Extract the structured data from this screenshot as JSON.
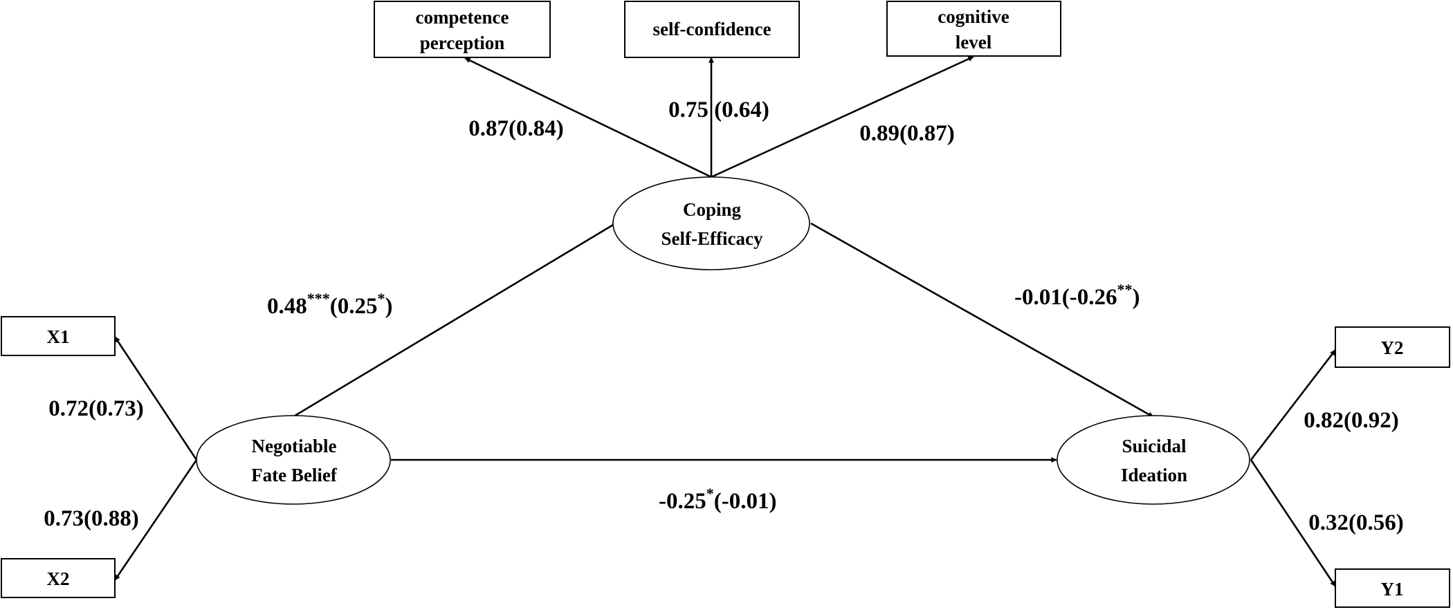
{
  "nodes": {
    "competence_perception": {
      "line1": "competence",
      "line2": "perception"
    },
    "self_confidence": {
      "text": "self-confidence"
    },
    "cognitive_level": {
      "line1": "cognitive",
      "line2": "level"
    },
    "coping_self_efficacy": {
      "line1": "Coping",
      "line2": "Self-Efficacy"
    },
    "negotiable_fate_belief": {
      "line1": "Negotiable",
      "line2": "Fate Belief"
    },
    "suicidal_ideation": {
      "line1": "Suicidal",
      "line2": "Ideation"
    },
    "x1": {
      "text": "X1"
    },
    "x2": {
      "text": "X2"
    },
    "y1": {
      "text": "Y1"
    },
    "y2": {
      "text": "Y2"
    }
  },
  "coefficients": {
    "competence_perception": {
      "text": "0.87(0.84)"
    },
    "self_confidence": {
      "text": "0.75 (0.64)"
    },
    "cognitive_level": {
      "text": "0.89(0.87)"
    },
    "nfb_to_cse": {
      "main": "0.48",
      "sup1": "***",
      "mid": "(0.25",
      "sup2": "*",
      "end": ")"
    },
    "cse_to_si": {
      "main": "-0.01(-0.26",
      "sup": "**",
      "end": ")"
    },
    "nfb_to_si": {
      "main": "-0.25",
      "sup": "*",
      "end": "(-0.01)"
    },
    "x1": {
      "text": "0.72(0.73)"
    },
    "x2": {
      "text": "0.73(0.88)"
    },
    "y2": {
      "text": "0.82(0.92)"
    },
    "y1": {
      "text": "0.32(0.56)"
    }
  }
}
